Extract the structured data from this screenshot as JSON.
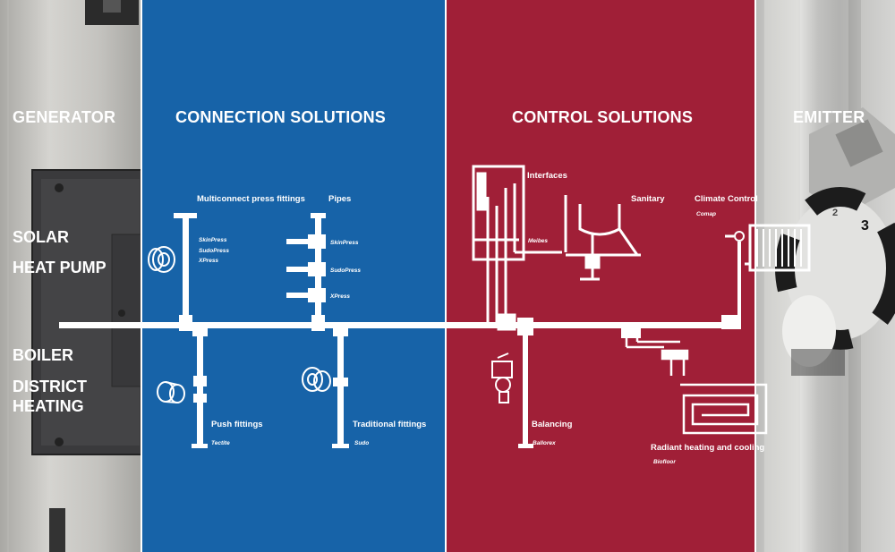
{
  "columns": {
    "generator": "GENERATOR",
    "connection": "CONNECTION SOLUTIONS",
    "control": "CONTROL SOLUTIONS",
    "emitter": "EMITTER"
  },
  "generator_types": [
    "SOLAR",
    "HEAT PUMP",
    "BOILER",
    "DISTRICT",
    "HEATING"
  ],
  "connection": {
    "multiconnect": {
      "label": "Multiconnect press fittings",
      "items": [
        "SkinPress",
        "SudoPress",
        "XPress"
      ]
    },
    "pipes": {
      "label": "Pipes",
      "items": [
        "SkinPress",
        "SudoPress",
        "XPress"
      ]
    },
    "push": {
      "label": "Push fittings",
      "brand": "Tectite"
    },
    "traditional": {
      "label": "Traditional fittings",
      "brand": "Sudo"
    }
  },
  "control": {
    "interfaces": {
      "label": "Interfaces",
      "brand": "Meibes"
    },
    "sanitary": {
      "label": "Sanitary"
    },
    "climate": {
      "label": "Climate Control",
      "brand": "Comap"
    },
    "balancing": {
      "label": "Balancing",
      "brand": "Ballorex"
    },
    "radiant": {
      "label": "Radiant heating and cooling",
      "brand": "Biofloor"
    }
  },
  "valve_digits": [
    "2",
    "3"
  ],
  "colors": {
    "connection_bg": "#1763a8",
    "control_bg": "#a01f37",
    "line": "#ffffff"
  }
}
